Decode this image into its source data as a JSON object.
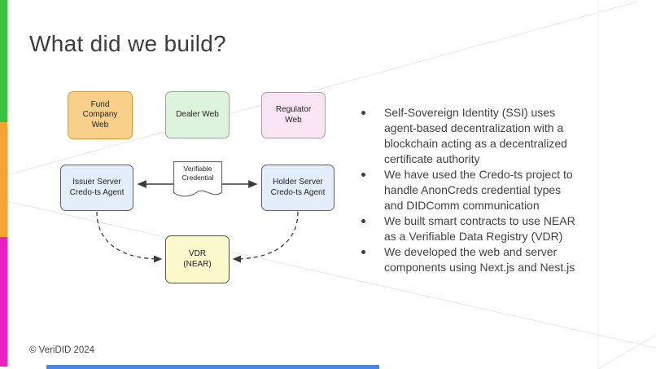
{
  "slide": {
    "title": "What did we build?",
    "footer": "© VeriDID 2024"
  },
  "accent_colors": {
    "green": "#3ac13e",
    "orange": "#f9a231",
    "magenta": "#ec1fc0",
    "blue_strip": "#4a86e8"
  },
  "diagram": {
    "nodes": [
      {
        "key": "fund-company-web",
        "label": "Fund\nCompany\nWeb",
        "fill": "#f9d08a",
        "border": "#d79b3b"
      },
      {
        "key": "dealer-web",
        "label": "Dealer Web",
        "fill": "#ddf3dc",
        "border": "#8fae8f"
      },
      {
        "key": "regulator-web",
        "label": "Regulator\nWeb",
        "fill": "#f9e5f3",
        "border": "#cb89c0"
      },
      {
        "key": "issuer-server",
        "label": "Issuer Server\nCredo-ts Agent",
        "fill": "#e4eefb",
        "border": "#596066"
      },
      {
        "key": "holder-server",
        "label": "Holder Server\nCredo-ts Agent",
        "fill": "#e4eefb",
        "border": "#596066"
      },
      {
        "key": "verifiable-credential",
        "label": "Verifiable\nCredential",
        "fill": "#ffffff",
        "border": "#6b6b6b"
      },
      {
        "key": "vdr-near",
        "label": "VDR\n(NEAR)",
        "fill": "#fbf9cc",
        "border": "#50544f"
      }
    ]
  },
  "bullets": [
    "Self-Sovereign Identity (SSI) uses\nagent-based decentralization with a\nblockchain acting as a decentralized\ncertificate authority",
    "We have used the Credo-ts project to\nhandle AnonCreds credential types\nand DIDComm communication",
    "We built smart contracts to use NEAR\nas a Verifiable Data Registry (VDR)",
    "We developed the web and server\ncomponents using Next.js and Nest.js"
  ]
}
